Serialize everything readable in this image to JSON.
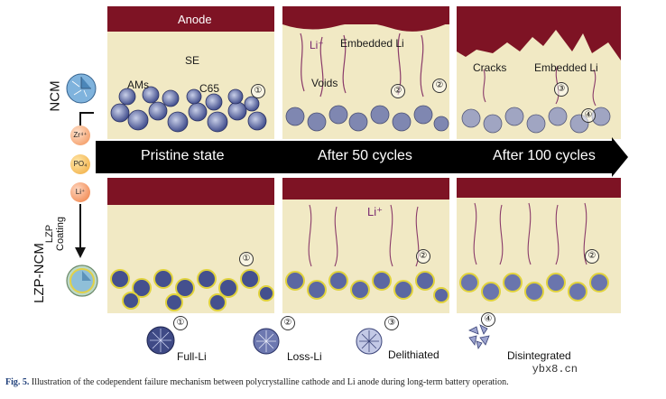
{
  "labels": {
    "anode": "Anode",
    "se": "SE",
    "ams": "AMs",
    "c65": "C65",
    "li_plus": "Li⁺",
    "embedded_li": "Embedded Li",
    "voids": "Voids",
    "cracks": "Cracks",
    "ncm": "NCM",
    "lzp_ncm": "LZP-NCM",
    "lzp_coating": "LZP\nCoating",
    "zr": "Zr⁴⁺",
    "po4": "PO₄",
    "li_ion": "Li⁺"
  },
  "stages": [
    "Pristine state",
    "After 50 cycles",
    "After 100 cycles"
  ],
  "circled": [
    "①",
    "②",
    "③",
    "④"
  ],
  "legend": [
    {
      "num": "①",
      "label": "Full-Li"
    },
    {
      "num": "②",
      "label": "Loss-Li"
    },
    {
      "num": "③",
      "label": "Delithiated"
    },
    {
      "num": "④",
      "label": "Disintegrated"
    }
  ],
  "caption": {
    "prefix": "Fig. 5.",
    "text": "Illustration of the codependent failure mechanism between polycrystalline cathode and Li anode during long-term battery operation."
  },
  "watermark": "ybx8.cn",
  "colors": {
    "anode": "#7e1324",
    "electrolyte": "#f1e9c4",
    "particle": "#5b6aa8",
    "coating": "#d8cf3a",
    "arrow": "#000000"
  }
}
